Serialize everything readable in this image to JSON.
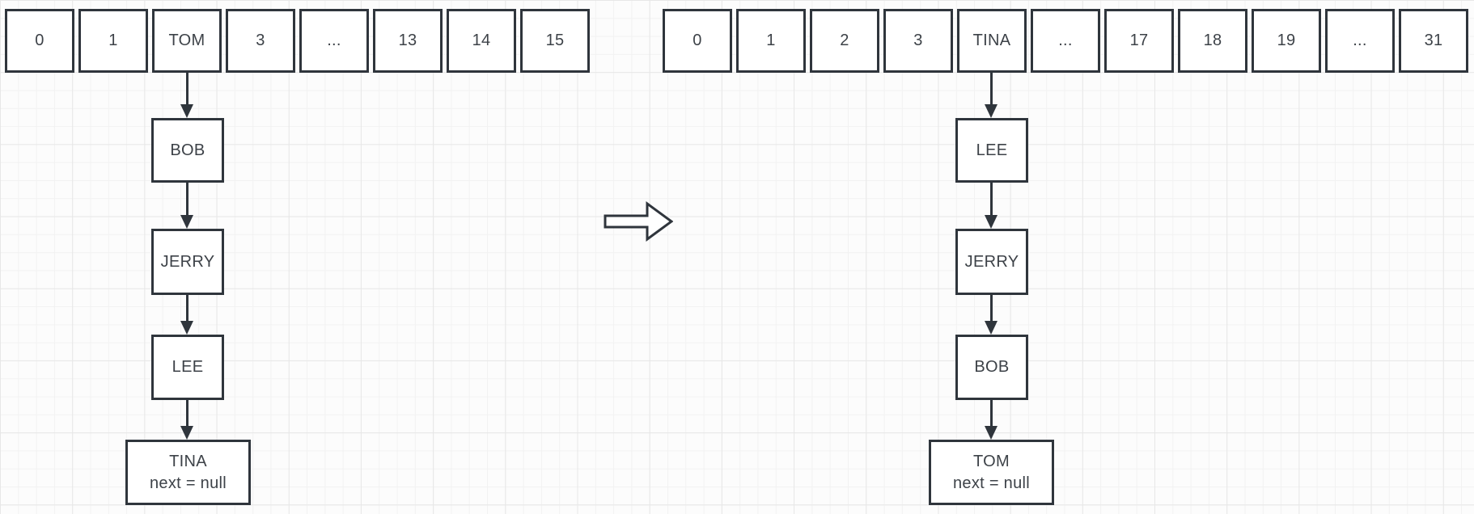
{
  "canvas": {
    "colors": {
      "background": "#fcfcfc",
      "grid_minor": "#f2f2f2",
      "grid_major": "#e7e7e7",
      "stroke": "#2f353c",
      "text": "#3d4248",
      "shape_fill": "#ffffff"
    }
  },
  "before": {
    "cells": [
      "0",
      "1",
      "TOM",
      "3",
      "...",
      "13",
      "14",
      "15"
    ],
    "chain_nodes": [
      "BOB",
      "JERRY",
      "LEE"
    ],
    "tail": {
      "label": "TINA",
      "note": "next = null"
    }
  },
  "after": {
    "cells": [
      "0",
      "1",
      "2",
      "3",
      "TINA",
      "...",
      "17",
      "18",
      "19",
      "...",
      "31"
    ],
    "chain_nodes": [
      "LEE",
      "JERRY",
      "BOB"
    ],
    "tail": {
      "label": "TOM",
      "note": "next = null"
    }
  }
}
